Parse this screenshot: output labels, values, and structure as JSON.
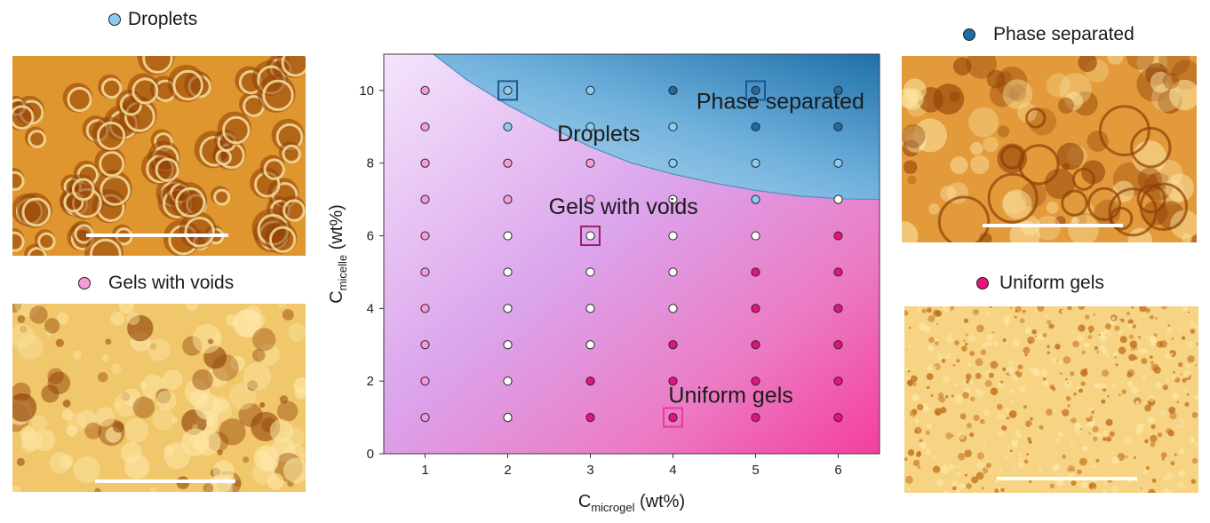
{
  "panels": {
    "droplets": {
      "label": "Droplets",
      "dot_color": "#88cdf2"
    },
    "gels_with_voids": {
      "label": "Gels with voids",
      "dot_color": "#f59bd9"
    },
    "phase_separated": {
      "label": "Phase separated",
      "dot_color": "#1d6ca6"
    },
    "uniform_gels": {
      "label": "Uniform gels",
      "dot_color": "#e8127d"
    }
  },
  "colors": {
    "micrograph_dark": "#8f3f05",
    "micrograph_mid": "#e0962e",
    "micrograph_light": "#fde7a6",
    "open_marker": "#ffffff",
    "highlight_blue": "#1a5a96",
    "highlight_pink": "#e83c9c",
    "highlight_purple": "#9c1f66"
  },
  "chart_data": {
    "type": "scatter",
    "title": "",
    "xlabel_main": "C",
    "xlabel_sub": "microgel",
    "xlabel_unit": " (wt%)",
    "ylabel_main": "C",
    "ylabel_sub": "micelle",
    "ylabel_unit": " (wt%)",
    "xlim": [
      0.5,
      6.5
    ],
    "ylim": [
      0,
      11
    ],
    "xticks": [
      1,
      2,
      3,
      4,
      5,
      6
    ],
    "yticks": [
      0,
      2,
      4,
      6,
      8,
      10
    ],
    "grid": false,
    "region_labels": [
      {
        "text": "Phase separated",
        "x": 5.3,
        "y": 9.5
      },
      {
        "text": "Droplets",
        "x": 3.1,
        "y": 8.6
      },
      {
        "text": "Gels with voids",
        "x": 3.4,
        "y": 6.6
      },
      {
        "text": "Uniform gels",
        "x": 4.7,
        "y": 1.4
      }
    ],
    "droplet_boundary": {
      "x": [
        1.1,
        1.5,
        2.0,
        2.5,
        3.0,
        3.5,
        4.0,
        4.5,
        5.0,
        5.5,
        6.0,
        6.5
      ],
      "y": [
        11.0,
        10.3,
        9.6,
        9.0,
        8.45,
        8.0,
        7.7,
        7.45,
        7.25,
        7.1,
        7.02,
        7.0
      ]
    },
    "series": [
      {
        "name": "Gels with voids",
        "points": [
          [
            1,
            10
          ],
          [
            1,
            9
          ],
          [
            1,
            8
          ],
          [
            1,
            7
          ],
          [
            1,
            6
          ],
          [
            1,
            5
          ],
          [
            1,
            4
          ],
          [
            1,
            3
          ],
          [
            1,
            2
          ],
          [
            1,
            1
          ],
          [
            2,
            8
          ],
          [
            2,
            7
          ],
          [
            3,
            8
          ],
          [
            3,
            7
          ]
        ]
      },
      {
        "name": "Droplets",
        "points": [
          [
            2,
            10
          ],
          [
            2,
            9
          ],
          [
            3,
            10
          ],
          [
            3,
            9
          ],
          [
            4,
            9
          ],
          [
            4,
            8
          ],
          [
            5,
            8
          ],
          [
            5,
            7
          ],
          [
            6,
            8
          ]
        ]
      },
      {
        "name": "Phase separated",
        "points": [
          [
            4,
            10
          ],
          [
            5,
            10
          ],
          [
            5,
            9
          ],
          [
            6,
            10
          ],
          [
            6,
            9
          ]
        ]
      },
      {
        "name": "Uniform gels",
        "points": [
          [
            3,
            2
          ],
          [
            3,
            1
          ],
          [
            4,
            3
          ],
          [
            4,
            2
          ],
          [
            4,
            1
          ],
          [
            5,
            5
          ],
          [
            5,
            4
          ],
          [
            5,
            3
          ],
          [
            5,
            2
          ],
          [
            5,
            1
          ],
          [
            6,
            6
          ],
          [
            6,
            5
          ],
          [
            6,
            4
          ],
          [
            6,
            3
          ],
          [
            6,
            2
          ],
          [
            6,
            1
          ]
        ]
      },
      {
        "name": "Open",
        "points": [
          [
            2,
            6
          ],
          [
            2,
            5
          ],
          [
            2,
            4
          ],
          [
            2,
            3
          ],
          [
            2,
            2
          ],
          [
            2,
            1
          ],
          [
            3,
            6
          ],
          [
            3,
            5
          ],
          [
            3,
            4
          ],
          [
            3,
            3
          ],
          [
            4,
            7
          ],
          [
            4,
            6
          ],
          [
            4,
            5
          ],
          [
            4,
            4
          ],
          [
            5,
            6
          ],
          [
            6,
            7
          ]
        ]
      }
    ],
    "highlight_boxes": [
      {
        "x": 2,
        "y": 10,
        "color": "#1a5a96"
      },
      {
        "x": 5,
        "y": 10,
        "color": "#1a5a96"
      },
      {
        "x": 3,
        "y": 6,
        "color": "#9c1f66"
      },
      {
        "x": 4,
        "y": 1,
        "color": "#e83c9c"
      }
    ]
  }
}
